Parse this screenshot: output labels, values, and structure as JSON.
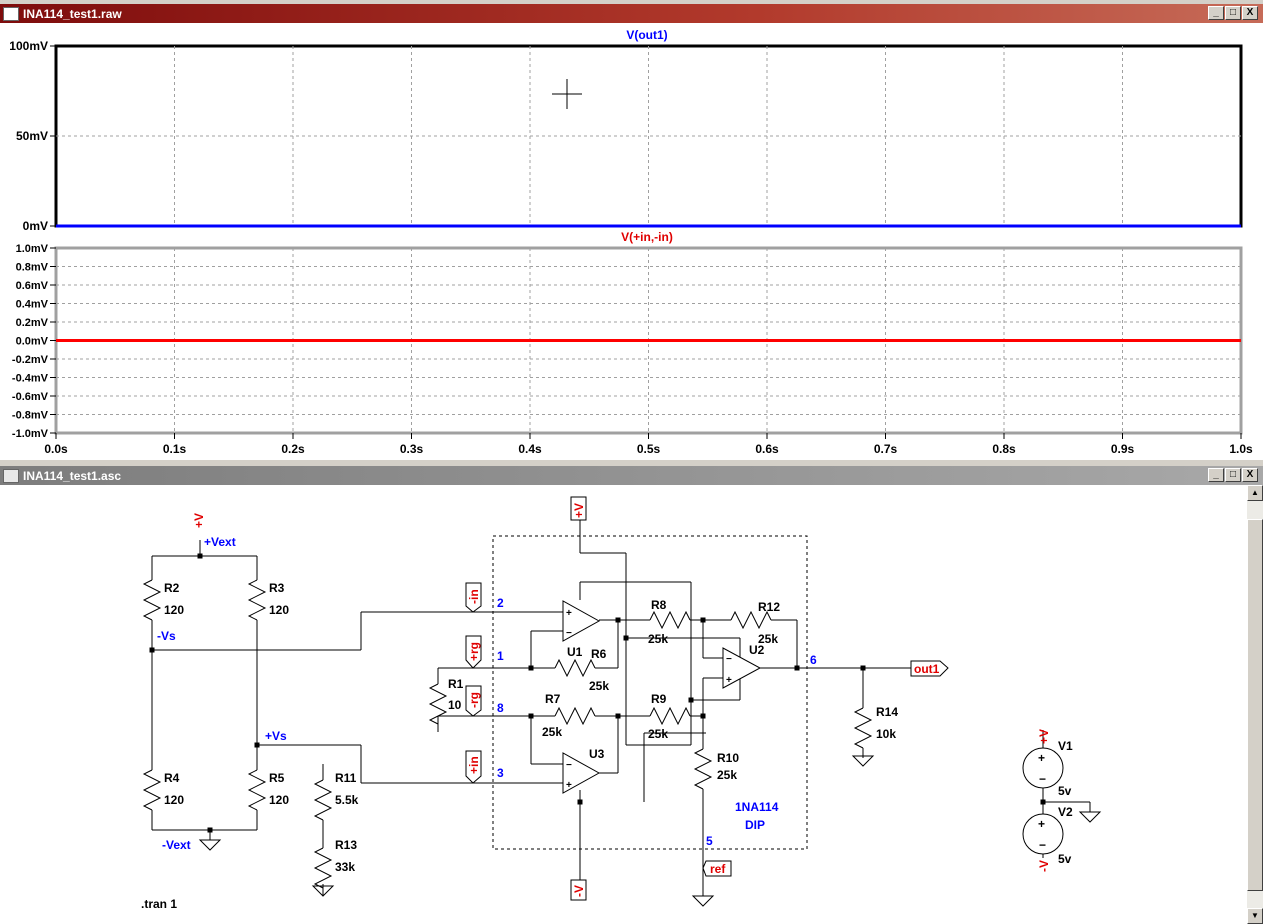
{
  "plot_window": {
    "title": "INA114_test1.raw",
    "buttons": {
      "minimize": "_",
      "maximize": "□",
      "close": "X"
    }
  },
  "schematic_window": {
    "title": "INA114_test1.asc",
    "buttons": {
      "minimize": "_",
      "maximize": "□",
      "close": "X"
    }
  },
  "chart_data": [
    {
      "type": "line",
      "title": "V(out1)",
      "x": [
        0.0,
        0.1,
        0.2,
        0.3,
        0.4,
        0.5,
        0.6,
        0.7,
        0.8,
        0.9,
        1.0
      ],
      "x_tick_labels": [
        "0.0s",
        "0.1s",
        "0.2s",
        "0.3s",
        "0.4s",
        "0.5s",
        "0.6s",
        "0.7s",
        "0.8s",
        "0.9s",
        "1.0s"
      ],
      "y_tick_labels": [
        "100mV",
        "50mV",
        "0mV"
      ],
      "ylim": [
        0,
        100
      ],
      "series": [
        {
          "name": "V(out1)",
          "values": [
            0,
            0,
            0,
            0,
            0,
            0,
            0,
            0,
            0,
            0,
            0
          ],
          "color": "#0000ff"
        }
      ],
      "grid": true
    },
    {
      "type": "line",
      "title": "V(+in,-in)",
      "x": [
        0.0,
        0.1,
        0.2,
        0.3,
        0.4,
        0.5,
        0.6,
        0.7,
        0.8,
        0.9,
        1.0
      ],
      "x_tick_labels": [
        "0.0s",
        "0.1s",
        "0.2s",
        "0.3s",
        "0.4s",
        "0.5s",
        "0.6s",
        "0.7s",
        "0.8s",
        "0.9s",
        "1.0s"
      ],
      "y_tick_labels": [
        "1.0mV",
        "0.8mV",
        "0.6mV",
        "0.4mV",
        "0.2mV",
        "0.0mV",
        "-0.2mV",
        "-0.4mV",
        "-0.6mV",
        "-0.8mV",
        "-1.0mV"
      ],
      "ylim": [
        -1.0,
        1.0
      ],
      "series": [
        {
          "name": "V(+in,-in)",
          "values": [
            0,
            0,
            0,
            0,
            0,
            0,
            0,
            0,
            0,
            0,
            0
          ],
          "color": "#ff0000"
        }
      ],
      "grid": true
    }
  ],
  "schematic": {
    "components": {
      "R2": {
        "name": "R2",
        "value": "120"
      },
      "R3": {
        "name": "R3",
        "value": "120"
      },
      "R4": {
        "name": "R4",
        "value": "120"
      },
      "R5": {
        "name": "R5",
        "value": "120"
      },
      "R1": {
        "name": "R1",
        "value": "10"
      },
      "R6": {
        "name": "R6",
        "value": "25k"
      },
      "R7": {
        "name": "R7",
        "value": "25k"
      },
      "R8": {
        "name": "R8",
        "value": "25k"
      },
      "R9": {
        "name": "R9",
        "value": "25k"
      },
      "R10": {
        "name": "R10",
        "value": "25k"
      },
      "R11": {
        "name": "R11",
        "value": "5.5k"
      },
      "R12": {
        "name": "R12",
        "value": "25k"
      },
      "R13": {
        "name": "R13",
        "value": "33k"
      },
      "R14": {
        "name": "R14",
        "value": "10k"
      },
      "U1": {
        "name": "U1"
      },
      "U2": {
        "name": "U2"
      },
      "U3": {
        "name": "U3"
      },
      "V1": {
        "name": "V1",
        "value": "5v"
      },
      "V2": {
        "name": "V2",
        "value": "5v"
      }
    },
    "net_labels": {
      "vext_pos": "+Vext",
      "vext_neg": "-Vext",
      "vs_neg": "-Vs",
      "vs_pos": "+Vs"
    },
    "ports": {
      "pos_v_top": "+V",
      "pos_v_ic": "+V",
      "neg_v_ic": "-V",
      "pos_v_src": "+V",
      "neg_v_src": "-V",
      "in_neg": "-in",
      "in_pos": "+in",
      "rg_pos": "+rg",
      "rg_neg": "-rg",
      "out": "out1",
      "ref": "ref"
    },
    "pin_numbers": {
      "p2": "2",
      "p1": "1",
      "p8": "8",
      "p3": "3",
      "p6": "6",
      "p5": "5"
    },
    "ic_label": "1NA114",
    "ic_label2": "DIP",
    "directive": ".tran 1"
  }
}
